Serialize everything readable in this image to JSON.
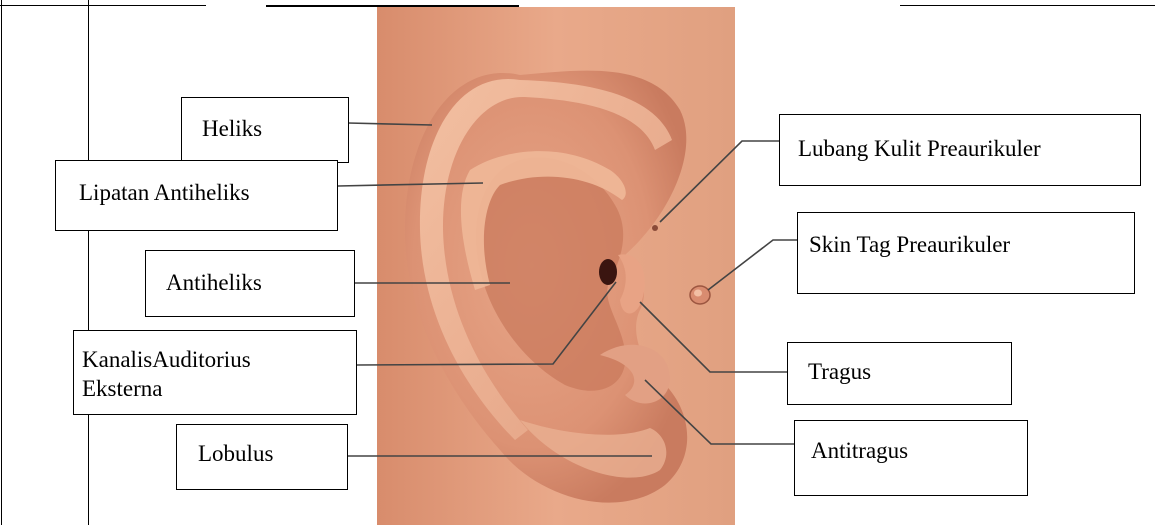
{
  "diagram": {
    "labels": {
      "heliks": "Heliks",
      "lipatan_antiheliks": "Lipatan Antiheliks",
      "antiheliks": "Antiheliks",
      "kanalis_line1": "KanalisAuditorius",
      "kanalis_line2": "Eksterna",
      "lobulus": "Lobulus",
      "lubang_kulit": "Lubang Kulit Preaurikuler",
      "skin_tag": "Skin Tag Preaurikuler",
      "tragus": "Tragus",
      "antitragus": "Antitragus"
    },
    "colors": {
      "skin_light": "#f2c0a2",
      "skin_mid": "#d9957a",
      "skin_dark": "#b86a52",
      "shadow": "#7a3526"
    }
  }
}
